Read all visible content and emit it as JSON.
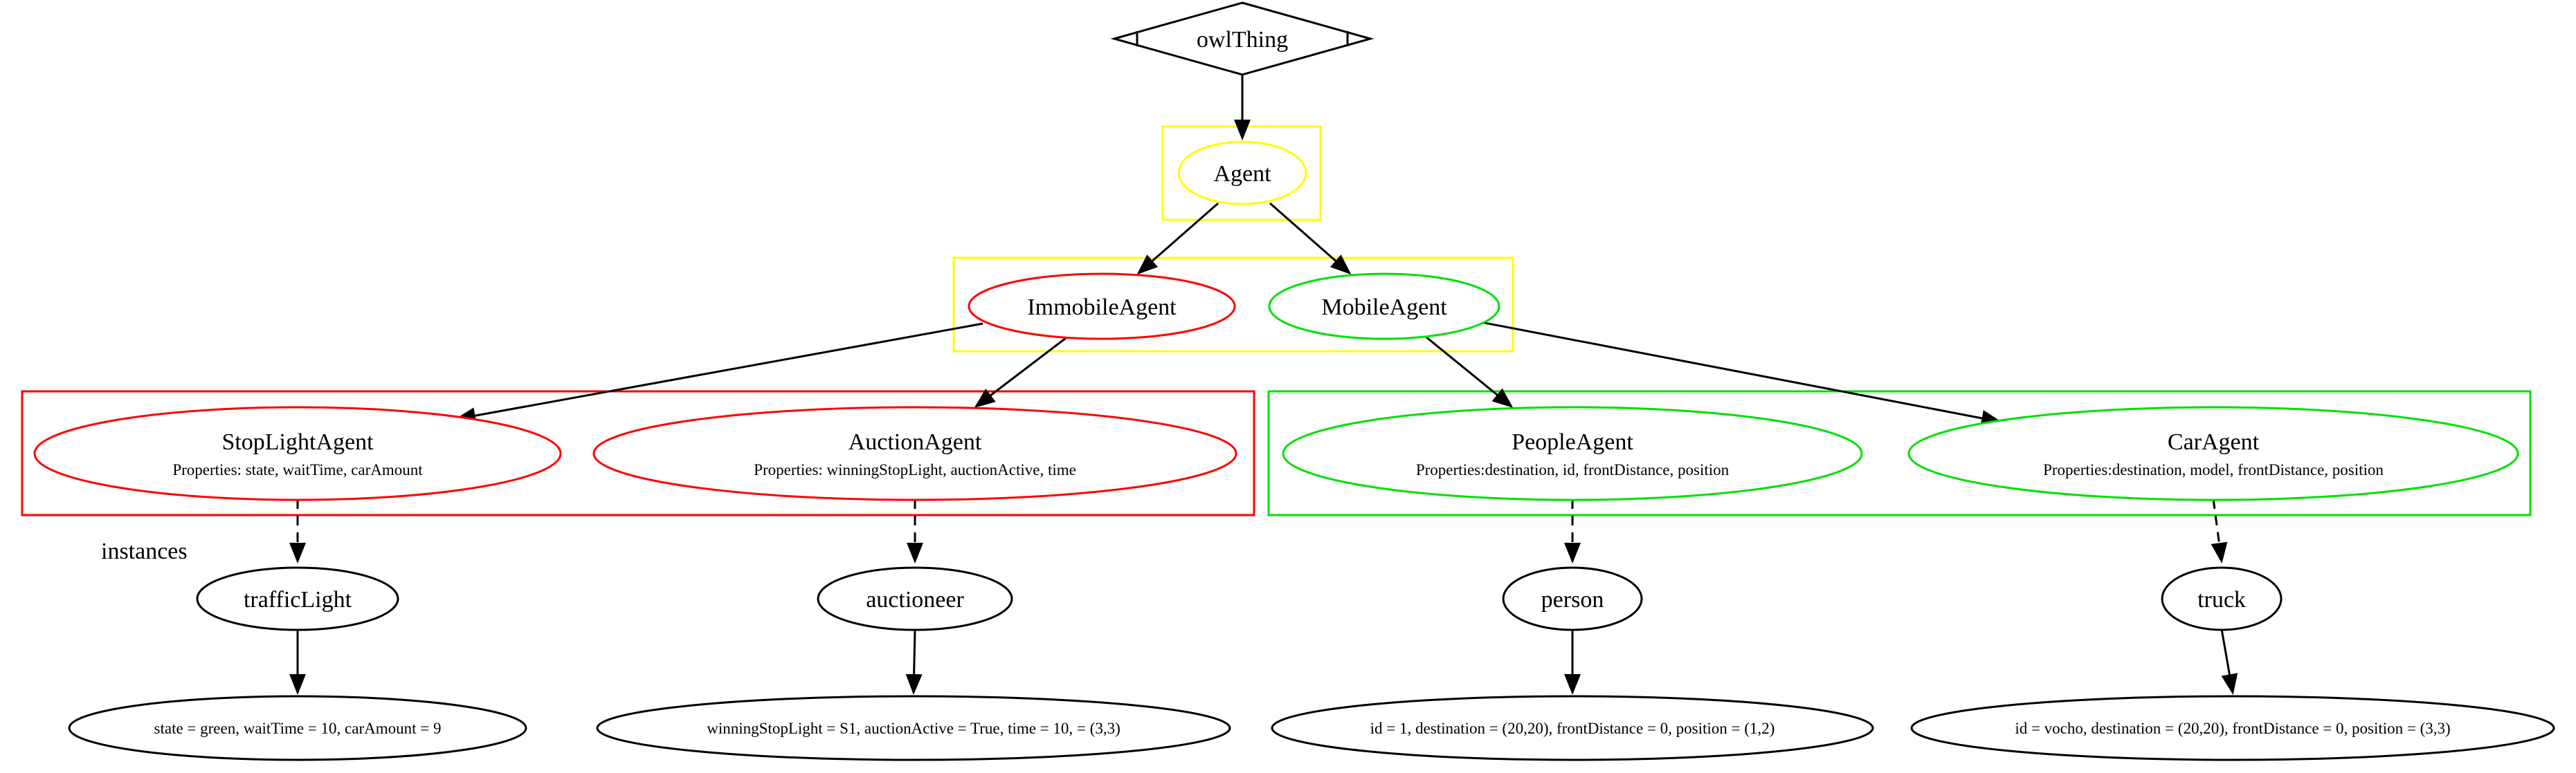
{
  "colors": {
    "yellow": "#ffff00",
    "red": "#ff0000",
    "green": "#00e000",
    "black": "#000000"
  },
  "nodes": {
    "owl_thing": "owlThing",
    "agent": "Agent",
    "immobile_agent": "ImmobileAgent",
    "mobile_agent": "MobileAgent",
    "stoplight_agent": {
      "name": "StopLightAgent",
      "properties": "Properties: state, waitTime, carAmount"
    },
    "auction_agent": {
      "name": "AuctionAgent",
      "properties": "Properties: winningStopLight, auctionActive, time"
    },
    "people_agent": {
      "name": "PeopleAgent",
      "properties": "Properties:destination, id, frontDistance, position"
    },
    "car_agent": {
      "name": "CarAgent",
      "properties": "Properties:destination, model, frontDistance, position"
    }
  },
  "instances_label": "instances",
  "instances": {
    "traffic_light": {
      "name": "trafficLight",
      "values": "state = green, waitTime = 10, carAmount = 9"
    },
    "auctioneer": {
      "name": "auctioneer",
      "values": "winningStopLight = S1, auctionActive = True, time = 10,  = (3,3)"
    },
    "person": {
      "name": "person",
      "values": "id = 1, destination = (20,20), frontDistance = 0, position = (1,2)"
    },
    "truck": {
      "name": "truck",
      "values": "id = vocho, destination = (20,20), frontDistance = 0, position = (3,3)"
    }
  }
}
